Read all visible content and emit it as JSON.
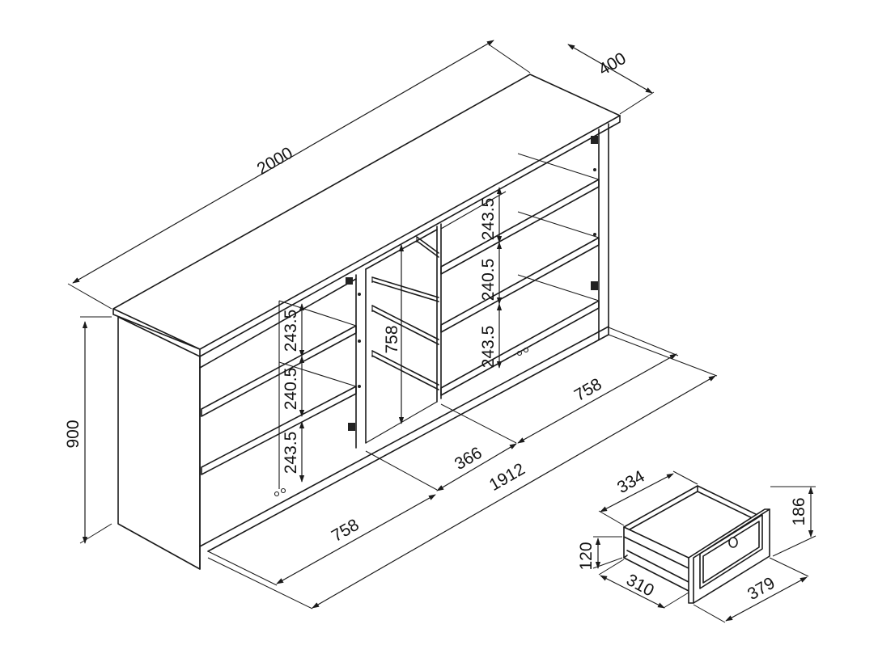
{
  "dimensions": {
    "top_length": "2000",
    "top_depth": "400",
    "height": "900",
    "inner_height": "758",
    "base_length": "1912",
    "left_width": "758",
    "right_width": "758",
    "middle_width": "366",
    "left_shelf_top": "243.5",
    "left_shelf_mid": "240.5",
    "left_shelf_bottom": "243.5",
    "right_shelf_top": "243.5",
    "right_shelf_mid": "240.5",
    "right_shelf_bottom": "243.5"
  },
  "drawer": {
    "width": "334",
    "height_outer": "186",
    "height_inner": "120",
    "depth": "310",
    "front_width": "379"
  }
}
